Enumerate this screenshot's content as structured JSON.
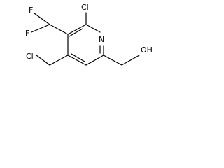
{
  "molecule": {
    "atoms": {
      "cl_ring": "Cl",
      "f_top": "F",
      "f_bottom": "F",
      "n_ring": "N",
      "cl_chain": "Cl",
      "oh": "OH"
    },
    "colors": {
      "bond": "#000000",
      "text": "#000000",
      "background": "#ffffff"
    }
  }
}
